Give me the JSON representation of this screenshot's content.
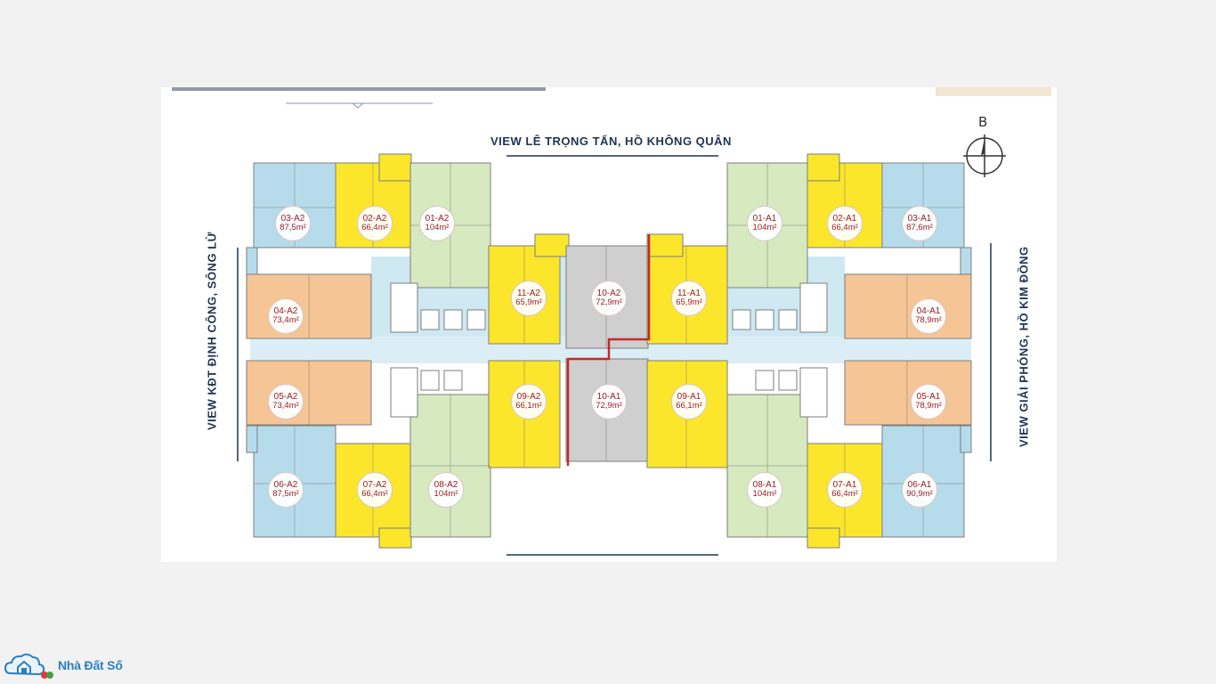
{
  "labels": {
    "view_top": "VIEW LÊ TRỌNG TẤN, HỒ KHÔNG QUÂN",
    "view_left": "VIEW KĐT ĐỊNH CÔNG, SÔNG LỪ",
    "view_right": "VIEW GIẢI PHÓNG, HỒ KIM ĐỒNG",
    "compass": "B"
  },
  "logo": {
    "text": "Nhà Đất Số"
  },
  "colors": {
    "blue": "#b6dcec",
    "yellow": "#fbe62b",
    "green": "#d7e9bf",
    "orange": "#f5c596",
    "gray": "#cfcfcf",
    "corridor": "#cfe9f3",
    "badge_text": "#9b1c2a",
    "divider": "#c62828"
  },
  "units": [
    {
      "code": "03-A2",
      "area": "87,5m²"
    },
    {
      "code": "02-A2",
      "area": "66,4m²"
    },
    {
      "code": "01-A2",
      "area": "104m²"
    },
    {
      "code": "11-A2",
      "area": "65,9m²"
    },
    {
      "code": "10-A2",
      "area": "72,9m²"
    },
    {
      "code": "11-A1",
      "area": "65,9m²"
    },
    {
      "code": "01-A1",
      "area": "104m²"
    },
    {
      "code": "02-A1",
      "area": "66,4m²"
    },
    {
      "code": "03-A1",
      "area": "87,6m²"
    },
    {
      "code": "04-A2",
      "area": "73,4m²"
    },
    {
      "code": "04-A1",
      "area": "78,9m²"
    },
    {
      "code": "05-A2",
      "area": "73,4m²"
    },
    {
      "code": "05-A1",
      "area": "78,9m²"
    },
    {
      "code": "09-A2",
      "area": "66,1m²"
    },
    {
      "code": "10-A1",
      "area": "72,9m²"
    },
    {
      "code": "09-A1",
      "area": "66,1m²"
    },
    {
      "code": "06-A2",
      "area": "87,5m²"
    },
    {
      "code": "07-A2",
      "area": "66,4m²"
    },
    {
      "code": "08-A2",
      "area": "104m²"
    },
    {
      "code": "08-A1",
      "area": "104m²"
    },
    {
      "code": "07-A1",
      "area": "66,4m²"
    },
    {
      "code": "06-A1",
      "area": "90,9m²"
    }
  ]
}
